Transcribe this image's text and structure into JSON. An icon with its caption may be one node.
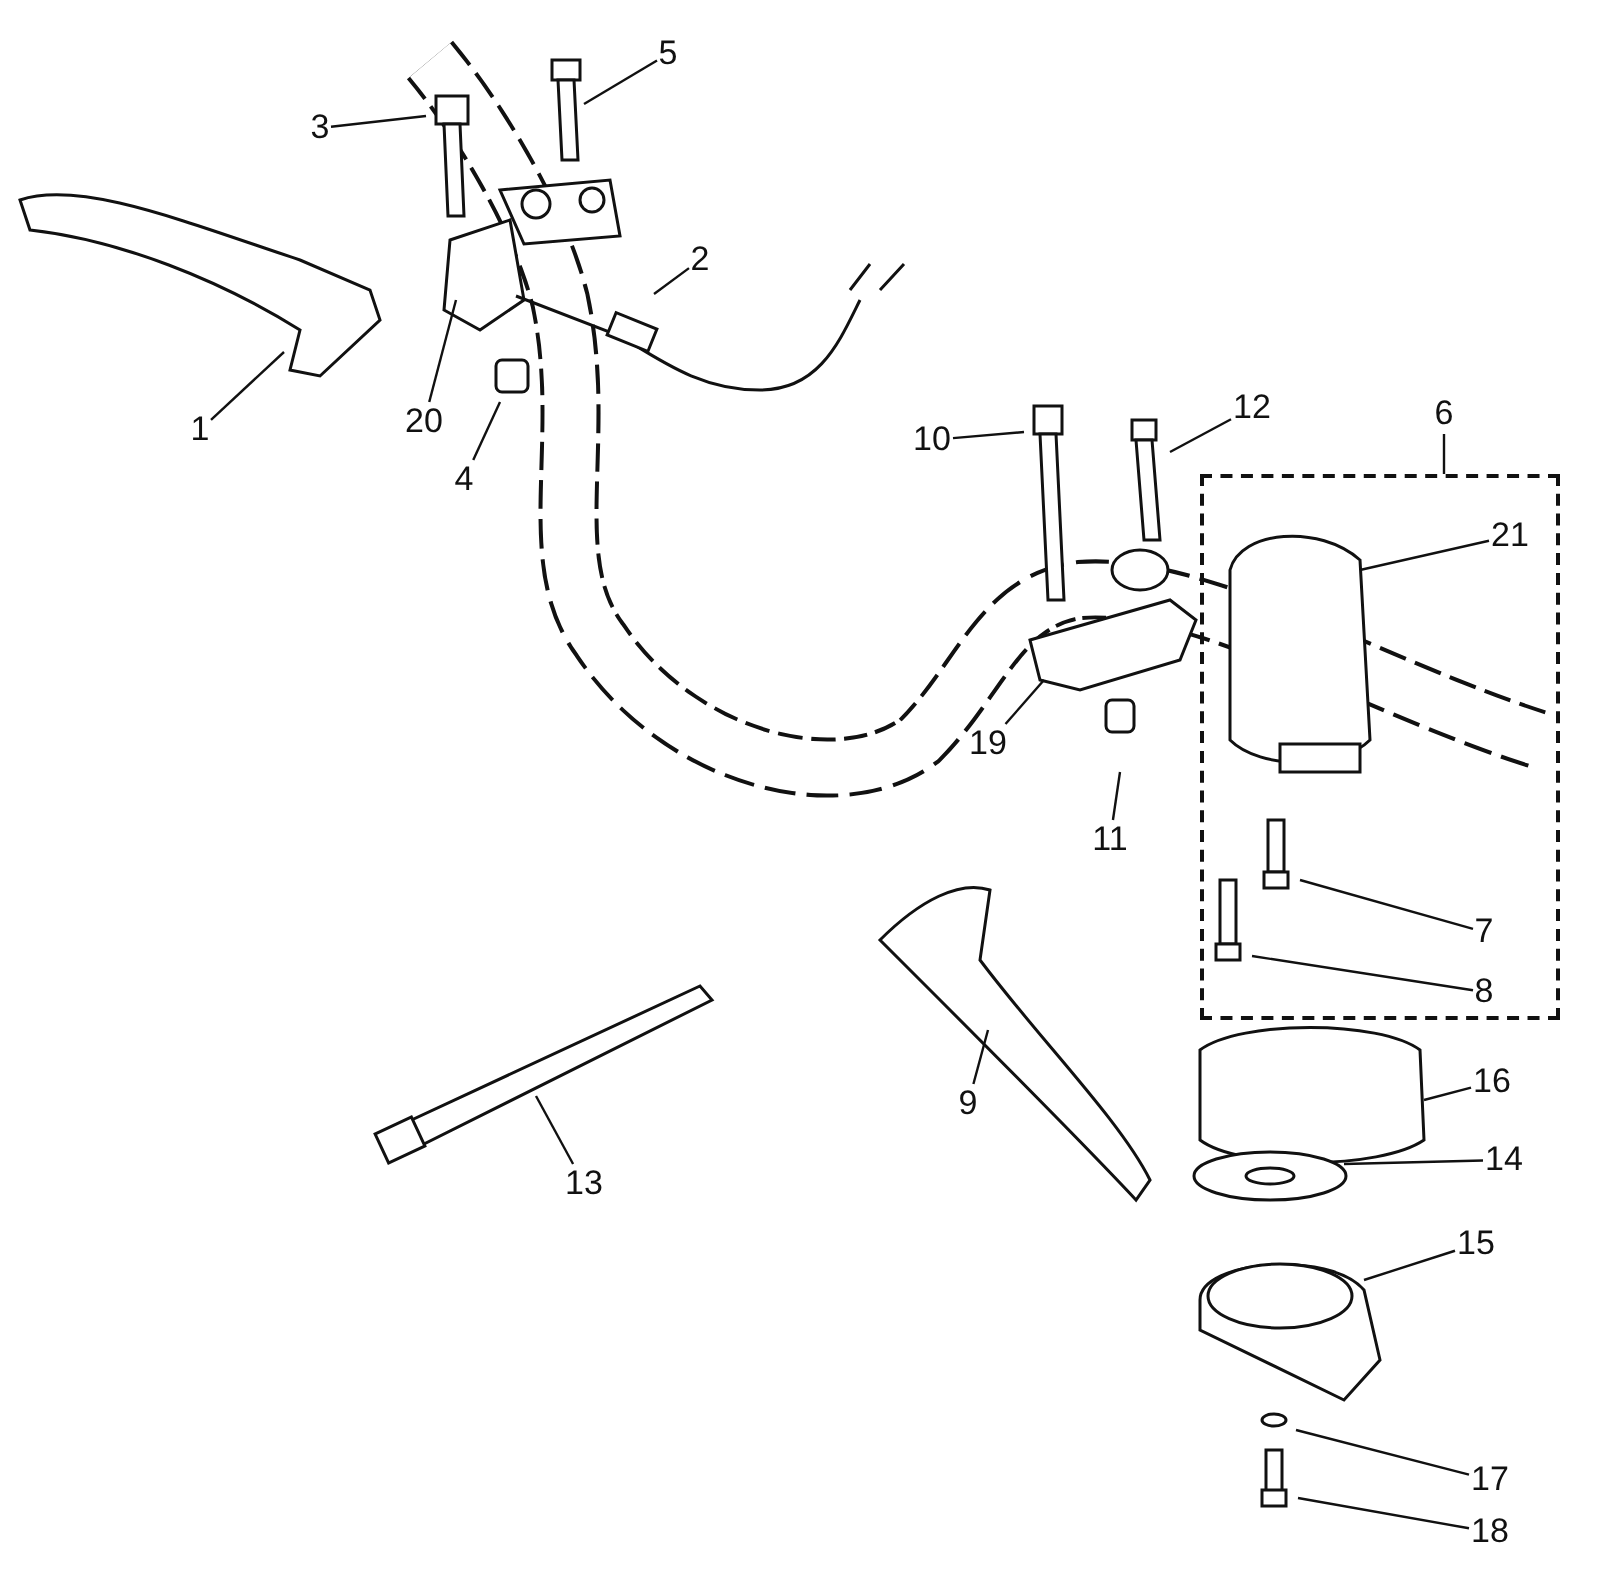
{
  "diagram": {
    "nodes": [
      {
        "text": [
          "5"
        ]
      },
      {
        "text": [
          "3"
        ]
      },
      {
        "text": [
          "2"
        ]
      },
      {
        "text": [
          "12"
        ]
      },
      {
        "text": [
          "6"
        ]
      },
      {
        "text": [],
        "shape": "box"
      },
      {
        "text": [
          "20"
        ]
      },
      {
        "text": [
          "1"
        ]
      },
      {
        "text": [
          "10"
        ]
      },
      {
        "text": [
          "4"
        ]
      },
      {
        "text": [
          "21"
        ],
        "in": 5
      },
      {
        "text": [
          "19"
        ]
      },
      {
        "text": [
          "11"
        ]
      },
      {
        "text": [
          "7"
        ],
        "in": 5
      },
      {
        "text": [
          "8"
        ],
        "in": 5
      },
      {
        "text": [
          "16"
        ]
      },
      {
        "text": [
          "9"
        ]
      },
      {
        "text": [
          "14"
        ]
      },
      {
        "text": [
          "13"
        ]
      },
      {
        "text": [
          "15"
        ]
      },
      {
        "text": [
          "17"
        ]
      },
      {
        "text": [
          "18"
        ]
      }
    ],
    "edges": [
      {
        "from": 0,
        "to": null,
        "arrow": "none"
      },
      {
        "from": 1,
        "to": null,
        "arrow": "none"
      },
      {
        "from": 2,
        "to": null,
        "arrow": "none"
      },
      {
        "from": 3,
        "to": null,
        "arrow": "none"
      },
      {
        "from": 4,
        "to": 5,
        "arrow": "none"
      },
      {
        "from": 6,
        "to": null,
        "arrow": "none"
      },
      {
        "from": 7,
        "to": null,
        "arrow": "none"
      },
      {
        "from": 8,
        "to": null,
        "arrow": "none"
      },
      {
        "from": 9,
        "to": null,
        "arrow": "none"
      },
      {
        "from": 10,
        "to": null,
        "arrow": "none"
      },
      {
        "from": 11,
        "to": null,
        "arrow": "none"
      },
      {
        "from": 12,
        "to": null,
        "arrow": "none"
      },
      {
        "from": 13,
        "to": null,
        "arrow": "none"
      },
      {
        "from": 14,
        "to": null,
        "arrow": "none"
      },
      {
        "from": 15,
        "to": null,
        "arrow": "none"
      },
      {
        "from": 16,
        "to": null,
        "arrow": "none"
      },
      {
        "from": 17,
        "to": null,
        "arrow": "none"
      },
      {
        "from": 18,
        "to": null,
        "arrow": "none"
      },
      {
        "from": 19,
        "to": null,
        "arrow": "none"
      },
      {
        "from": 20,
        "to": null,
        "arrow": "none"
      },
      {
        "from": 21,
        "to": null,
        "arrow": "none"
      }
    ]
  }
}
